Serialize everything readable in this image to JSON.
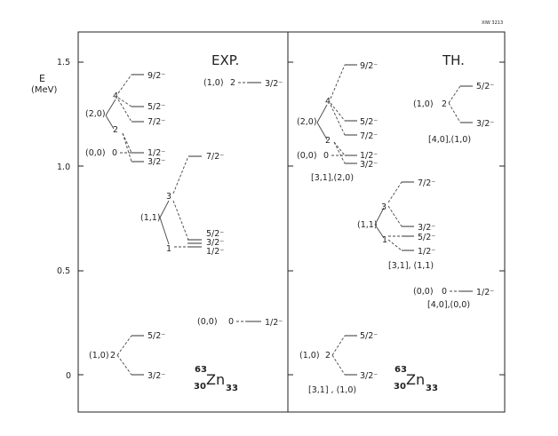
{
  "corner_code": "XIW 3213",
  "axis": {
    "title_line1": "E",
    "title_line2": "(MeV)",
    "ticks": [
      "1.5",
      "1.0",
      "0.5",
      "0"
    ]
  },
  "panels": {
    "exp": {
      "title": "EXP.",
      "nucleus": {
        "A": "63",
        "Z": "30",
        "sym": "Zn",
        "N": "33"
      },
      "band_20": {
        "label": "(2,0)",
        "k4": "4",
        "k2": "2",
        "s92": "9/2⁻",
        "s52": "5/2⁻",
        "s72": "7/2⁻"
      },
      "band_00": {
        "label": "(0,0)",
        "k0": "0",
        "s12": "1/2⁻",
        "s32": "3/2⁻"
      },
      "band_11": {
        "label": "(1,1)",
        "k3": "3",
        "k1": "1",
        "s72": "7/2⁻",
        "s52": "5/2⁻",
        "s32": "3/2⁻",
        "s12": "1/2⁻"
      },
      "band_10_hi": {
        "label": "(1,0)",
        "k2": "2",
        "s32": "3/2⁻"
      },
      "band_00_lo": {
        "label": "(0,0)",
        "k0": "0",
        "s12": "1/2⁻"
      },
      "band_10_lo": {
        "label": "(1,0)",
        "k2": "2",
        "s52": "5/2⁻",
        "s32": "3/2⁻"
      }
    },
    "th": {
      "title": "TH.",
      "nucleus": {
        "A": "63",
        "Z": "30",
        "sym": "Zn",
        "N": "33"
      },
      "band_20": {
        "label": "(2,0)",
        "k4": "4",
        "k2": "2",
        "s92": "9/2⁻",
        "s52": "5/2⁻",
        "s72": "7/2⁻"
      },
      "band_00": {
        "label": "(0,0)",
        "k0": "0",
        "s12": "1/2⁻",
        "s32": "3/2⁻"
      },
      "group1": "[3,1],(2,0)",
      "band_10_hi": {
        "label": "(1,0)",
        "k2": "2",
        "s52": "5/2⁻",
        "s32": "3/2⁻"
      },
      "group2": "[4,0],(1,0)",
      "band_11": {
        "label": "(1,1)",
        "k3": "3",
        "k1": "1",
        "s72": "7/2⁻",
        "s32": "3/2⁻",
        "s52": "5/2⁻",
        "s12": "1/2⁻"
      },
      "group3": "[3,1], (1,1)",
      "band_00_lo": {
        "label": "(0,0)",
        "k0": "0",
        "s12": "1/2⁻"
      },
      "group4": "[4,0],(0,0)",
      "band_10_lo": {
        "label": "(1,0)",
        "k2": "2",
        "s52": "5/2⁻",
        "s32": "3/2⁻"
      },
      "group5": "[3,1] , (1,0)"
    }
  }
}
